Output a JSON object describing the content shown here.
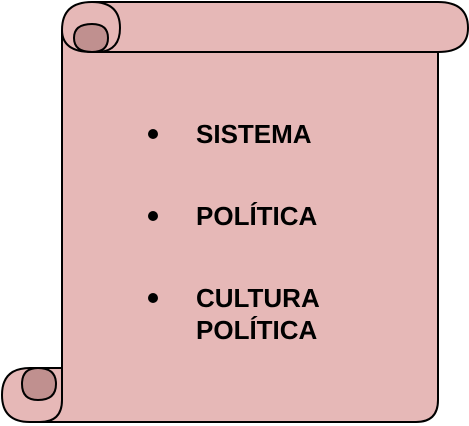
{
  "scroll": {
    "fill_color": "#E6B8B7",
    "curl_color": "#C0908F",
    "stroke_color": "#000000"
  },
  "items": [
    {
      "lines": [
        "SISTEMA"
      ]
    },
    {
      "lines": [
        "POLÍTICA"
      ]
    },
    {
      "lines": [
        "CULTURA",
        "POLÍTICA"
      ]
    }
  ]
}
